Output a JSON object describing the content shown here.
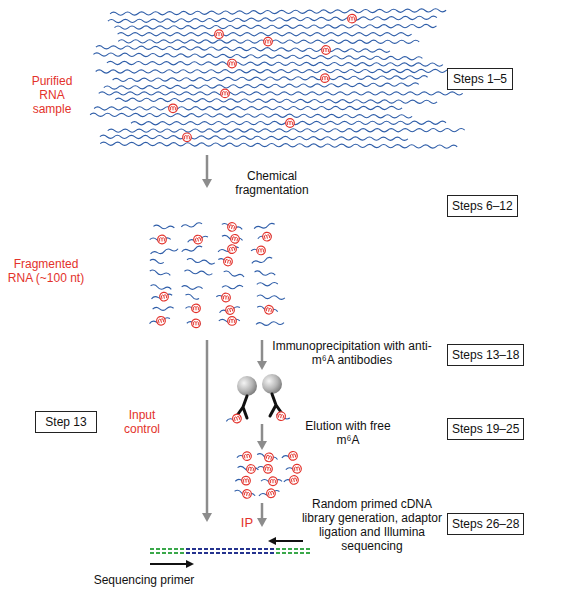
{
  "diagram": {
    "nodes": [
      {
        "text": [
          "Steps 1–5"
        ]
      },
      {
        "text": [
          "Steps 6–12"
        ]
      },
      {
        "text": [
          "Steps 13–18"
        ]
      },
      {
        "text": [
          "Step 13"
        ]
      },
      {
        "text": [
          "Steps 19–25"
        ]
      },
      {
        "text": [
          "Steps 26–28"
        ]
      }
    ],
    "labels": [
      "Purified RNA sample",
      "Chemical fragmentation",
      "Fragmented RNA (~100 nt)",
      "Immunoprecipitation with anti-m⁶A antibodies",
      "Input control",
      "Elution with free m⁶A",
      "IP",
      "Random primed cDNA library generation, adaptor ligation and Illumina sequencing",
      "Sequencing primer"
    ]
  }
}
